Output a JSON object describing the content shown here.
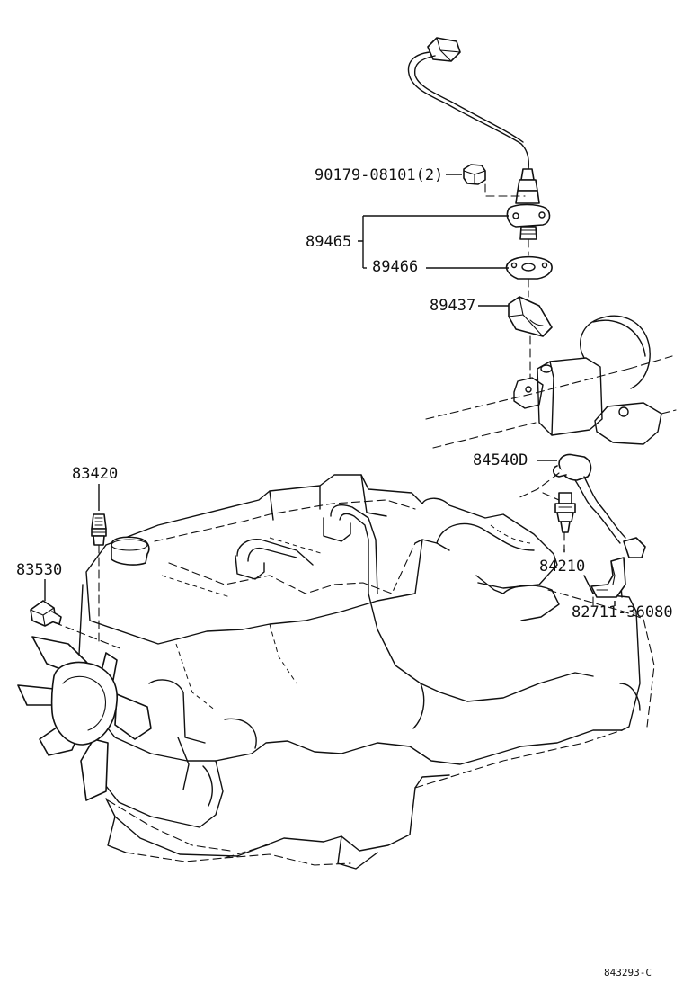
{
  "labels": {
    "p90179": "90179-08101(2)",
    "p89465": "89465",
    "p89466": "89466",
    "p89437": "89437",
    "p84540d": "84540D",
    "p83420": "83420",
    "p83530": "83530",
    "p84210": "84210",
    "p82711": "82711-36080"
  },
  "diagram_id": "843293-C"
}
